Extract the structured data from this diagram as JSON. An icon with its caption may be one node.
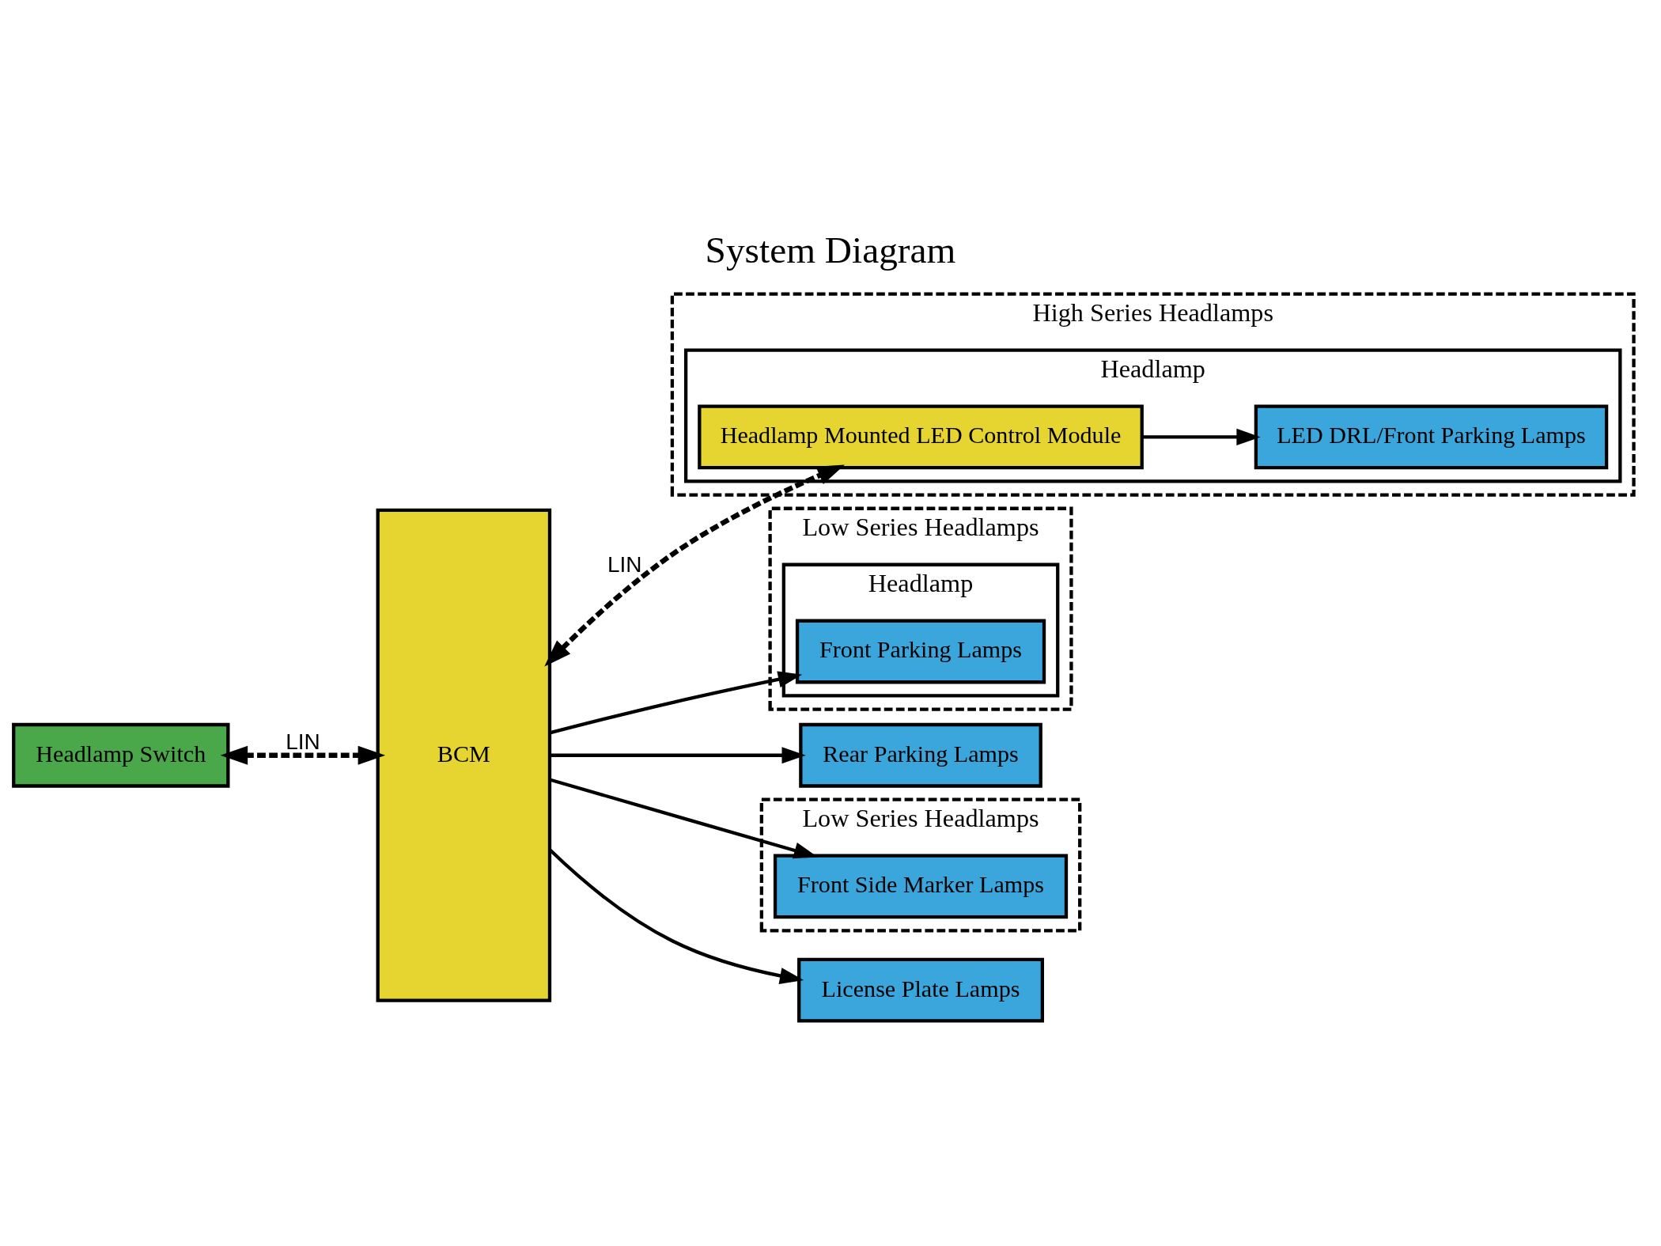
{
  "diagram": {
    "title": "System Diagram",
    "nodes": [
      {
        "text": [
          "High Series Headlamps"
        ]
      },
      {
        "text": [
          "Headlamp"
        ],
        "in": 0
      },
      {
        "text": [
          "Headlamp Mounted LED Control Module"
        ],
        "in": 1
      },
      {
        "text": [
          "LED DRL/Front Parking Lamps"
        ],
        "in": 1
      },
      {
        "text": [
          "Low Series Headlamps"
        ]
      },
      {
        "text": [
          "Headlamp"
        ],
        "in": 4
      },
      {
        "text": [
          "Front Parking Lamps"
        ],
        "in": 5
      },
      {
        "text": [
          "Rear Parking Lamps"
        ]
      },
      {
        "text": [
          "Low Series Headlamps"
        ]
      },
      {
        "text": [
          "Front Side Marker Lamps"
        ],
        "in": 8
      },
      {
        "text": [
          "License Plate Lamps"
        ]
      },
      {
        "text": [
          "BCM"
        ]
      },
      {
        "text": [
          "Headlamp Switch"
        ]
      }
    ],
    "edges": [
      {
        "from": 11,
        "to": 2,
        "arrow": "both",
        "label": "LIN",
        "style": "dashed"
      },
      {
        "from": 2,
        "to": 3,
        "arrow": "to"
      },
      {
        "from": 11,
        "to": 6,
        "arrow": "to"
      },
      {
        "from": 11,
        "to": 7,
        "arrow": "to"
      },
      {
        "from": 11,
        "to": 9,
        "arrow": "to"
      },
      {
        "from": 11,
        "to": 10,
        "arrow": "to"
      },
      {
        "from": 12,
        "to": 11,
        "arrow": "both",
        "label": "LIN",
        "style": "dashed"
      }
    ]
  }
}
